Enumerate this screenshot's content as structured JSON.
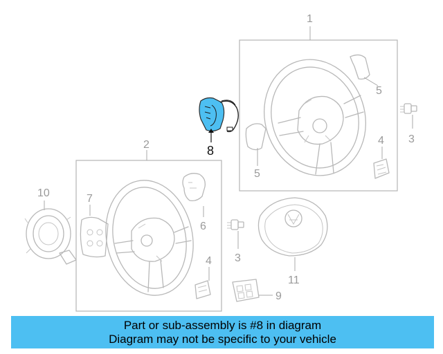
{
  "callouts": {
    "c1": "1",
    "c2": "2",
    "c3a": "3",
    "c3b": "3",
    "c4a": "4",
    "c4b": "4",
    "c5a": "5",
    "c5b": "5",
    "c6": "6",
    "c7": "7",
    "c8": "8",
    "c9": "9",
    "c10": "10",
    "c11": "11"
  },
  "highlight_color": "#4dbff2",
  "banner": {
    "line1": "Part or sub-assembly is #8 in diagram",
    "line2": "Diagram may not be specific to your vehicle"
  }
}
